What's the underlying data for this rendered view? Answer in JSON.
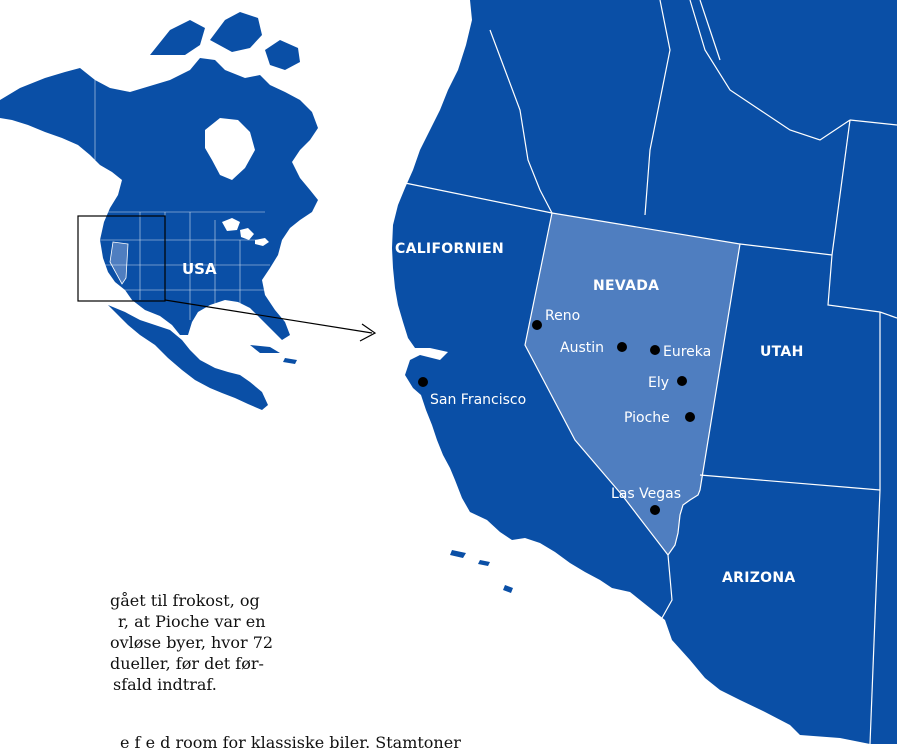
{
  "colors": {
    "land": "#0a4fa6",
    "highlight": "#4f7ec0",
    "border": "#ffffff",
    "city_dot": "#000000",
    "callout": "#000000",
    "text": "#111111"
  },
  "inset": {
    "country_label": "USA"
  },
  "main_map": {
    "states": {
      "california": "CALIFORNIEN",
      "nevada": "NEVADA",
      "utah": "UTAH",
      "arizona": "ARIZONA"
    },
    "cities": [
      {
        "name": "Reno"
      },
      {
        "name": "Austin"
      },
      {
        "name": "Eureka"
      },
      {
        "name": "Ely"
      },
      {
        "name": "Pioche"
      },
      {
        "name": "San Francisco"
      },
      {
        "name": "Las Vegas"
      }
    ]
  },
  "article": {
    "lines": [
      "gået til frokost, og",
      "r, at Pioche var en",
      "ovløse byer, hvor 72",
      " dueller, før det før-",
      "sfald indtraf."
    ],
    "cut_line": "e f              e               d             room  for  klassiske  biler.  Stamtoner"
  }
}
